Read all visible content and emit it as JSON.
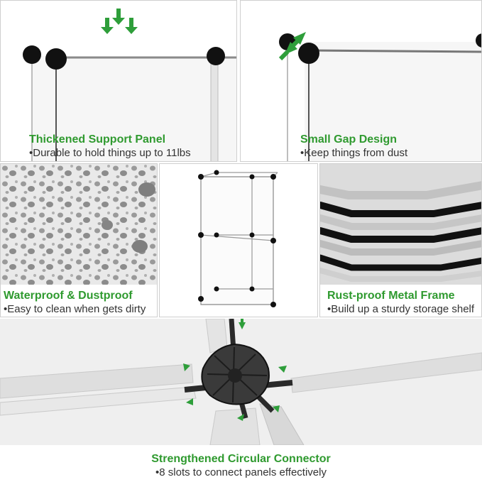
{
  "colors": {
    "title_green": "#2f9a2f",
    "arrow_green": "#2e9e3a",
    "text_dark": "#333333",
    "frame_black": "#111111"
  },
  "features": [
    {
      "title": "Thickened Support Panel",
      "description": "•Durable to hold things up to 11lbs",
      "icon": "green-down-arrows-icon"
    },
    {
      "title": "Small Gap Design",
      "description": "•Keep things from dust",
      "icon": "green-diagonal-arrow-icon"
    },
    {
      "title": "Waterproof & Dustproof",
      "description": "•Easy to clean when gets dirty",
      "icon": "water-droplets-image"
    },
    {
      "title": "Rust-proof Metal Frame",
      "description": "•Build up a sturdy storage shelf",
      "icon": "metal-frame-image"
    },
    {
      "title": "Strengthened Circular Connector",
      "description": "•8 slots to connect panels effectively",
      "icon": "circular-connector-image"
    }
  ]
}
